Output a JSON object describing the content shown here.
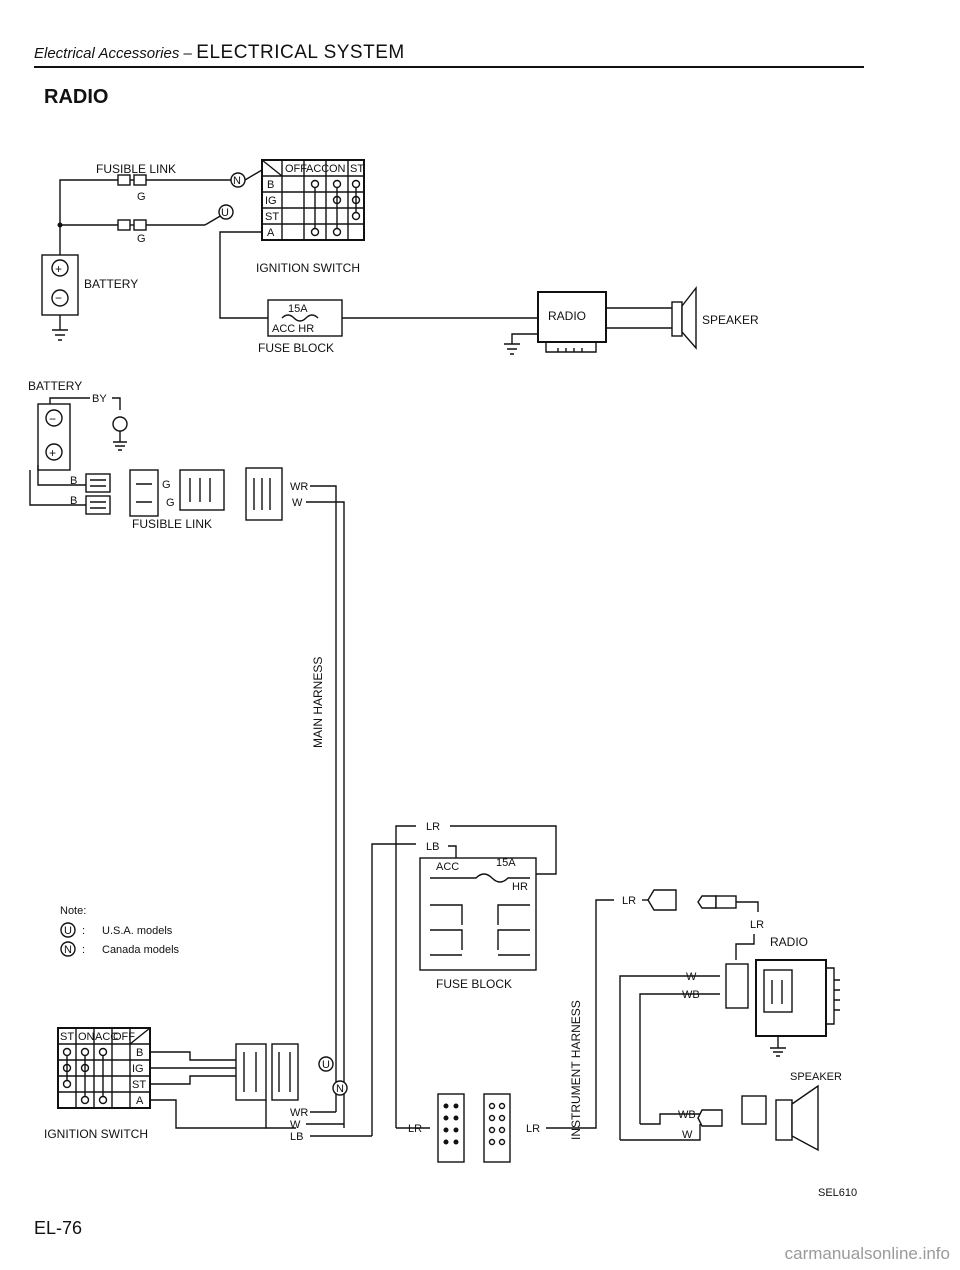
{
  "header": {
    "section": "Electrical Accessories –",
    "chapter": "ELECTRICAL SYSTEM"
  },
  "title": "RADIO",
  "schematic": {
    "fusible_link": "FUSIBLE LINK",
    "wire_g": "G",
    "battery": "BATTERY",
    "plus": "+",
    "minus": "−",
    "marker_n": "N",
    "marker_u": "U",
    "ignition_switch": "IGNITION SWITCH",
    "switch_table": {
      "columns": [
        "OFF",
        "ACC",
        "ON",
        "ST"
      ],
      "rows": [
        "B",
        "IG",
        "ST",
        "A"
      ]
    },
    "fuse_rating": "15A",
    "fuse_terminals": "ACC HR",
    "fuse_block": "FUSE BLOCK",
    "radio": "RADIO",
    "speaker": "SPEAKER"
  },
  "wiring": {
    "battery": "BATTERY",
    "wire_by": "BY",
    "wire_b": "B",
    "wire_g": "G",
    "wire_wr": "WR",
    "wire_w": "W",
    "wire_lr": "LR",
    "wire_lb": "LB",
    "wire_wb": "WB",
    "fusible_link": "FUSIBLE LINK",
    "main_harness": "MAIN HARNESS",
    "instrument_harness": "INSTRUMENT HARNESS",
    "fuse_acc": "ACC",
    "fuse_rating": "15A",
    "fuse_hr": "HR",
    "fuse_block": "FUSE BLOCK",
    "radio": "RADIO",
    "speaker": "SPEAKER",
    "ignition_switch": "IGNITION SWITCH",
    "switch_table": {
      "columns": [
        "ST",
        "ON",
        "ACC",
        "OFF"
      ],
      "rows": [
        "B",
        "IG",
        "ST",
        "A"
      ]
    },
    "marker_u": "U",
    "marker_n": "N"
  },
  "note": {
    "heading": "Note:",
    "items": [
      {
        "marker": "U",
        "sep": ":",
        "text": "U.S.A. models"
      },
      {
        "marker": "N",
        "sep": ":",
        "text": "Canada models"
      }
    ]
  },
  "figure_code": "SEL610",
  "page_number": "EL-76",
  "watermark": "carmanualsonline.info"
}
